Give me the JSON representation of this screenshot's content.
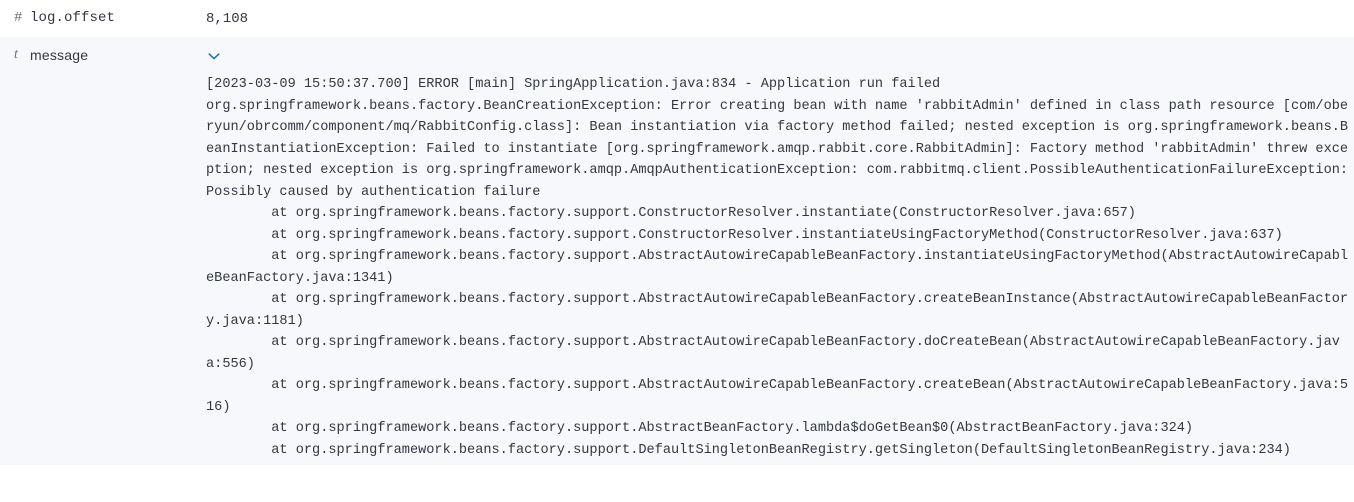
{
  "document_fields": [
    {
      "type_icon": "number-type-icon",
      "type_glyph": "#",
      "name": "log.offset",
      "name_font": "mono",
      "value": "8,108",
      "expandable": false,
      "zebra": false
    },
    {
      "type_icon": "string-type-icon",
      "type_glyph": "t",
      "name": "message",
      "name_font": "sans",
      "value": "",
      "expandable": true,
      "zebra": true
    }
  ],
  "message_field": {
    "label": "message",
    "expand_icon": "chevron-down-icon",
    "expand_icon_color": "#1272b5",
    "value": "[2023-03-09 15:50:37.700] ERROR [main] SpringApplication.java:834 - Application run failed\norg.springframework.beans.factory.BeanCreationException: Error creating bean with name 'rabbitAdmin' defined in class path resource [com/oberyun/obrcomm/component/mq/RabbitConfig.class]: Bean instantiation via factory method failed; nested exception is org.springframework.beans.BeanInstantiationException: Failed to instantiate [org.springframework.amqp.rabbit.core.RabbitAdmin]: Factory method 'rabbitAdmin' threw exception; nested exception is org.springframework.amqp.AmqpAuthenticationException: com.rabbitmq.client.PossibleAuthenticationFailureException: Possibly caused by authentication failure\n        at org.springframework.beans.factory.support.ConstructorResolver.instantiate(ConstructorResolver.java:657)\n        at org.springframework.beans.factory.support.ConstructorResolver.instantiateUsingFactoryMethod(ConstructorResolver.java:637)\n        at org.springframework.beans.factory.support.AbstractAutowireCapableBeanFactory.instantiateUsingFactoryMethod(AbstractAutowireCapableBeanFactory.java:1341)\n        at org.springframework.beans.factory.support.AbstractAutowireCapableBeanFactory.createBeanInstance(AbstractAutowireCapableBeanFactory.java:1181)\n        at org.springframework.beans.factory.support.AbstractAutowireCapableBeanFactory.doCreateBean(AbstractAutowireCapableBeanFactory.java:556)\n        at org.springframework.beans.factory.support.AbstractAutowireCapableBeanFactory.createBean(AbstractAutowireCapableBeanFactory.java:516)\n        at org.springframework.beans.factory.support.AbstractBeanFactory.lambda$doGetBean$0(AbstractBeanFactory.java:324)\n        at org.springframework.beans.factory.support.DefaultSingletonBeanRegistry.getSingleton(DefaultSingletonBeanRegistry.java:234)"
  },
  "colors": {
    "text": "#343741",
    "icon": "#6a717d",
    "zebra_background": "#f7f8fc",
    "background": "#ffffff",
    "accent": "#1272b5"
  }
}
